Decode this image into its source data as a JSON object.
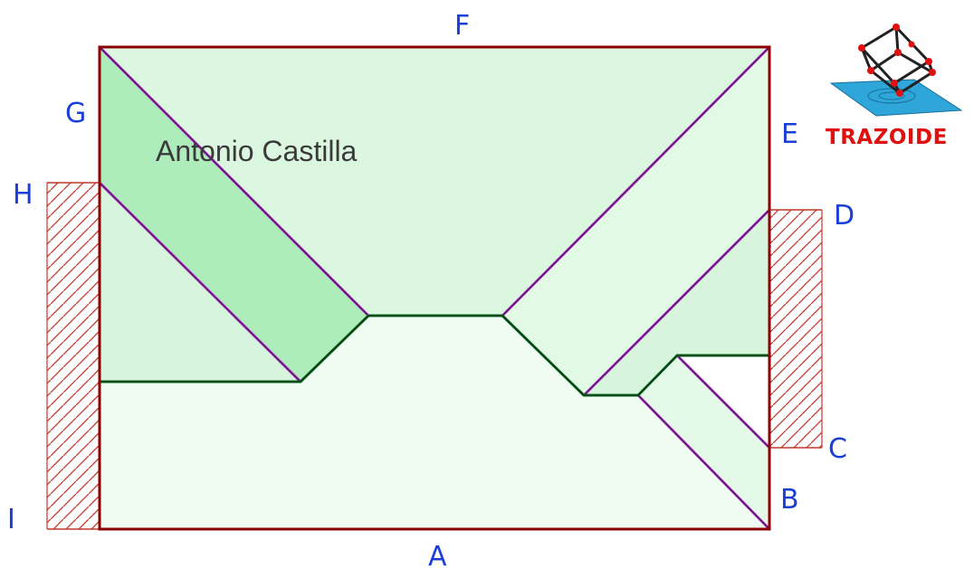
{
  "author": "Antonio  Castilla",
  "brand": "TRAZOIDE",
  "labels": {
    "A": "A",
    "B": "B",
    "C": "C",
    "D": "D",
    "E": "E",
    "F": "F",
    "G": "G",
    "H": "H",
    "I": "I"
  },
  "colors": {
    "outline": "#8b0000",
    "hip": "#b03cc8",
    "valley": "#0a6b22",
    "hatch": "#c0392b",
    "label": "#1a3fd6",
    "brand": "#e01010"
  }
}
